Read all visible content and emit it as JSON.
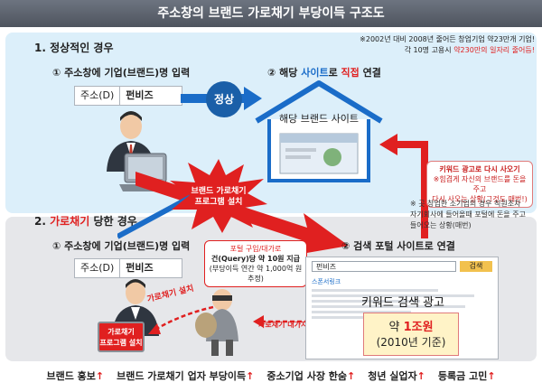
{
  "title": "주소창의 브랜드 가로채기 부당이득 구조도",
  "normal": {
    "heading": "1. 정상적인 경우",
    "step1": "① 주소창에 기업(브랜드)명 입력",
    "step2_prefix": "② 해당 ",
    "step2_site": "사이트",
    "step2_mid": "로 ",
    "step2_direct": "직접",
    "step2_suffix": " 연결",
    "arrow_label": "정상",
    "house_label": "해당 브랜드 사이트"
  },
  "address_bar": {
    "label": "주소(D)",
    "value": "펀비즈"
  },
  "stat_note": {
    "line1": "※2002년 대비 2008년 줄어든 창업기업 약23만개 기업!",
    "line2_prefix": "각 10명 고용시 ",
    "line2_highlight": "약230만의 일자리 줄어듬!"
  },
  "hijack": {
    "heading_prefix": "2. ",
    "heading_red": "가로채기",
    "heading_suffix": " 당한 경우",
    "step1": "① 주소창에 기업(브랜드)명 입력",
    "step2": "② 검색 포털 사이트로 연결",
    "burst_line1": "브랜드 가로채기",
    "burst_line2": "프로그램 설치"
  },
  "ad_callout": {
    "title": "키워드 광고로 다시 사오기",
    "body1": "※힘겹게 자신의 브랜드를 돈을 주고",
    "body2": "다시 사오는 상황(그것도 매번!)"
  },
  "startup_note": {
    "line1": "※ 곳 창업한 소기업의 경우 직원조차",
    "line2": "자기회사에 들어올때 포털에 돈을 주고",
    "line3": "들어오는 상황(매번)"
  },
  "query_callout": {
    "line1": "포털 구입/대가로",
    "line2": "건(Query)당 약 10원 지급",
    "line3": "(부당이득 연간 약 1,000억 원 추정)"
  },
  "labels": {
    "hijack_install": "가로채기 설치",
    "hijack_payment": "가로채기 대가지급",
    "laptop_screen_1": "가로채기",
    "laptop_screen_2": "프로그램 설치"
  },
  "portal": {
    "search_text": "펀비즈",
    "search_button": "검색",
    "ad_section_title": "스폰서링크",
    "ad_title": "키워드 검색 광고",
    "ad_amount_prefix": "약 ",
    "ad_amount_value": "1조원",
    "ad_year": "(2010년 기준)"
  },
  "bottom_row": [
    {
      "label": "브랜드 홍보",
      "arrow": "↑"
    },
    {
      "label": "브랜드 가로채기 업자 부당이득",
      "arrow": "↑"
    },
    {
      "label": "중소기업 사장 한숨",
      "arrow": "↑"
    },
    {
      "label": "청년 실업자",
      "arrow": "↑"
    },
    {
      "label": "등록금 고민",
      "arrow": "↑"
    }
  ],
  "colors": {
    "accent_red": "#e02020",
    "accent_blue": "#1a6cc8",
    "normal_band": "#dceffa",
    "hijack_band": "#e6e7ea"
  }
}
